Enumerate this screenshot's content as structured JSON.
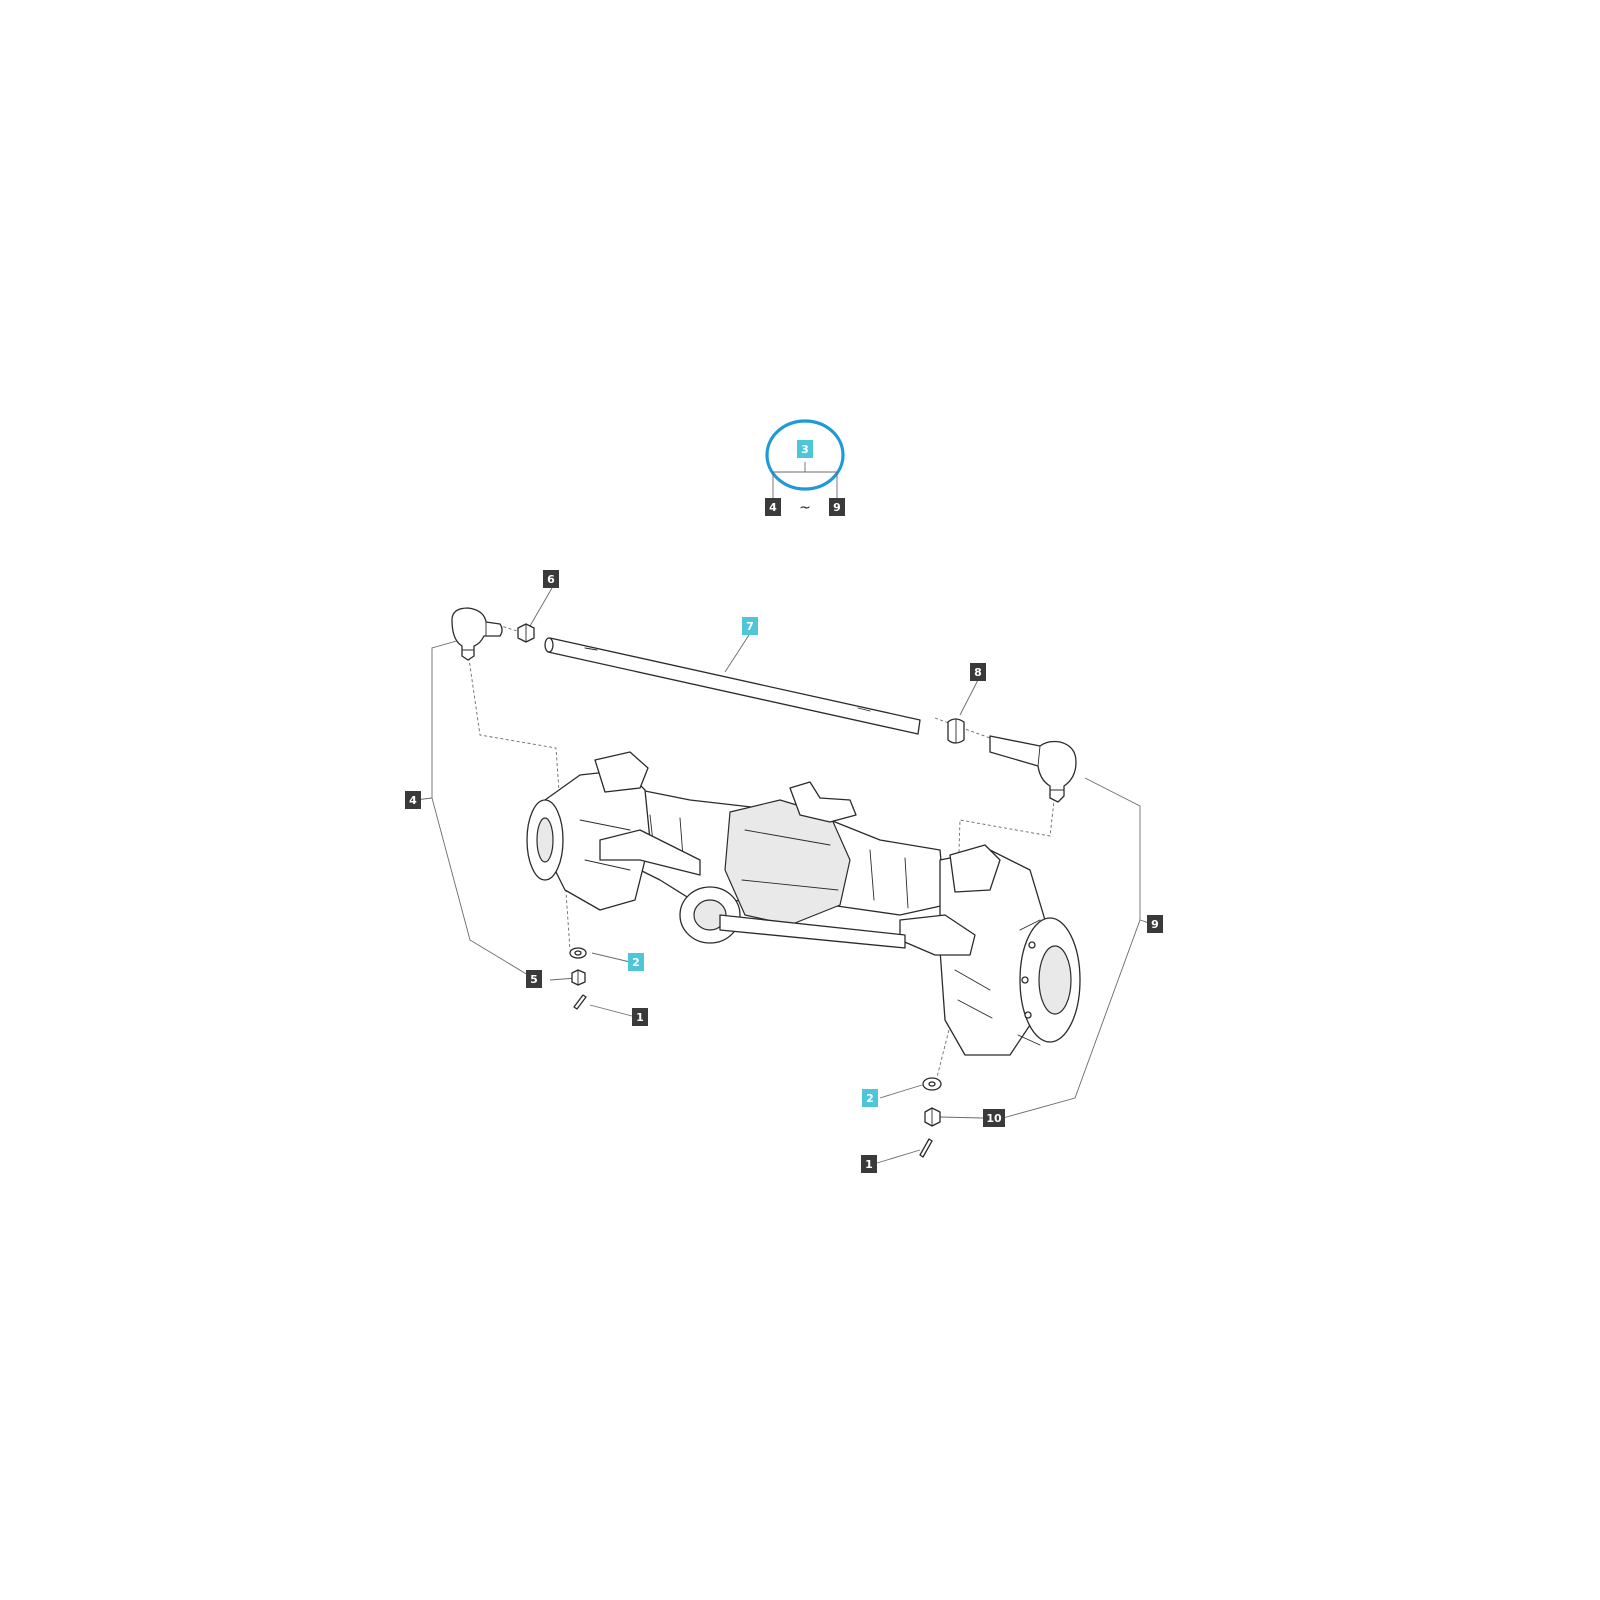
{
  "highlight_color": "#4fc6d8",
  "callout_color": "#3a3a3a",
  "ring_color": "#1f9ad6",
  "group": {
    "label": "3",
    "range_from": "4",
    "range_separator": "~",
    "range_to": "9"
  },
  "callouts": [
    {
      "id": "c6",
      "label": "6",
      "highlight": false
    },
    {
      "id": "c7",
      "label": "7",
      "highlight": true
    },
    {
      "id": "c8",
      "label": "8",
      "highlight": false
    },
    {
      "id": "c4",
      "label": "4",
      "highlight": false
    },
    {
      "id": "c9",
      "label": "9",
      "highlight": false
    },
    {
      "id": "c5",
      "label": "5",
      "highlight": false
    },
    {
      "id": "c2a",
      "label": "2",
      "highlight": true
    },
    {
      "id": "c1a",
      "label": "1",
      "highlight": false
    },
    {
      "id": "c2b",
      "label": "2",
      "highlight": true
    },
    {
      "id": "c10",
      "label": "10",
      "highlight": false
    },
    {
      "id": "c1b",
      "label": "1",
      "highlight": false
    }
  ]
}
